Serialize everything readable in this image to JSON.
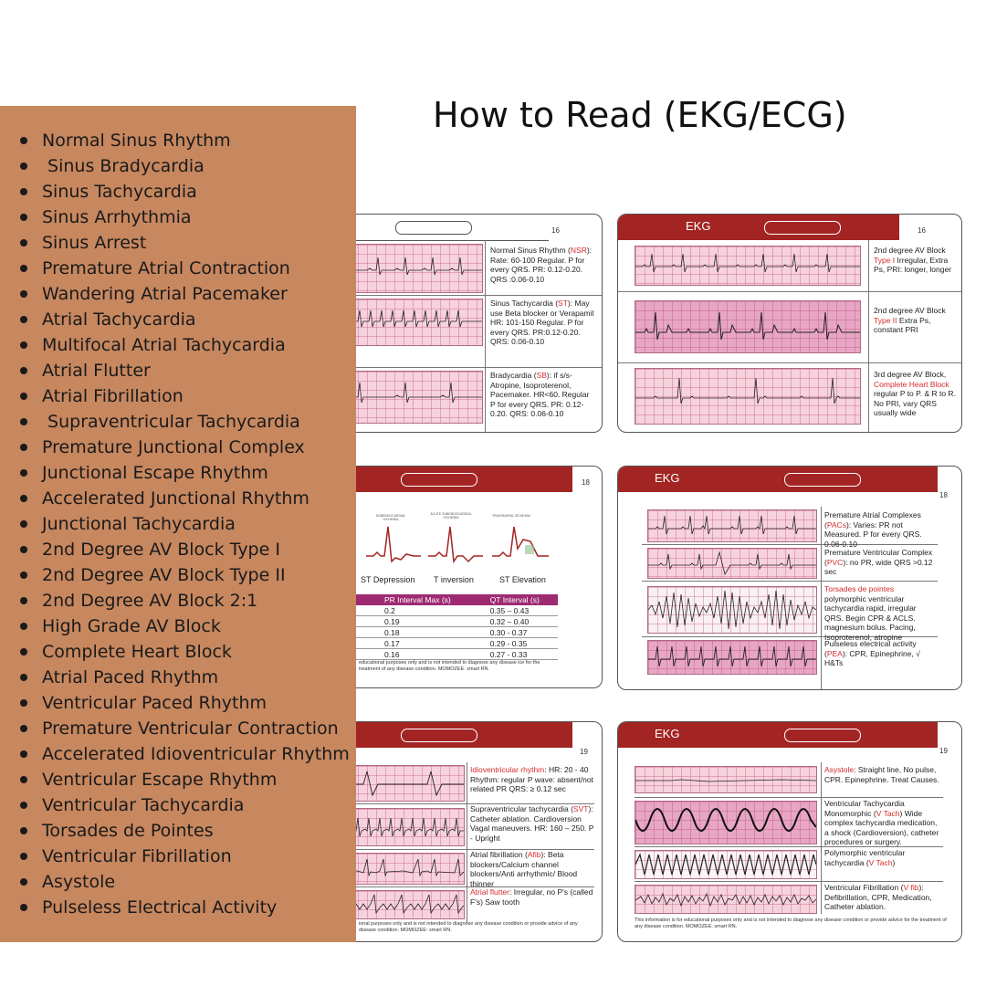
{
  "title": "How to Read (EKG/ECG)",
  "colors": {
    "sidebar": "#c7875f",
    "band": "#a32523",
    "table_header": "#9e2a72",
    "highlight_text": "#d42b2b"
  },
  "rhythms": [
    "Normal Sinus Rhythm",
    " Sinus Bradycardia",
    "Sinus Tachycardia",
    "Sinus Arrhythmia",
    "Sinus Arrest",
    "Premature Atrial Contraction",
    "Wandering Atrial Pacemaker",
    "Atrial Tachycardia",
    "Multifocal Atrial Tachycardia",
    "Atrial Flutter",
    "Atrial Fibrillation",
    " Supraventricular Tachycardia",
    "Premature Junctional Complex",
    "Junctional Escape Rhythm",
    "Accelerated Junctional Rhythm",
    "Junctional Tachycardia",
    "2nd Degree AV Block Type I",
    "2nd Degree AV Block Type II",
    "2nd Degree AV Block 2:1",
    "High Grade AV Block",
    "Complete Heart Block",
    "Atrial Paced Rhythm",
    "Ventricular Paced Rhythm",
    "Premature Ventricular Contraction",
    "Accelerated Idioventricular Rhythm",
    "Ventricular Escape Rhythm",
    "Ventricular Tachycardia",
    "Torsades de Pointes",
    "Ventricular Fibrillation",
    "Asystole",
    "Pulseless Electrical Activity"
  ],
  "cards": {
    "c1": {
      "page": "16",
      "rows": [
        {
          "p1": "Normal Sinus Rhythm",
          "red": "NSR",
          "p2": "Rate: 60-100 Regular. P for every QRS. PR: 0.12-0.20. QRS :0.06-0.10",
          "pre": "(",
          "post": "):"
        },
        {
          "p1": "Sinus Tachycardia",
          "red": "ST",
          "p2": "May use Beta blocker or Verapamil HR: 101-150 Regular. P for every QRS. PR:0.12-0.20. QRS: 0.06-0.10",
          "pre": " (",
          "post": "):"
        },
        {
          "p1": "Bradycardia",
          "red": "SB",
          "p2": "if s/s- Atropine, Isoproterenol, Pacemaker. HR<60. Regular P for every QRS. PR: 0.12-0.20. QRS: 0.06-0.10",
          "pre": " (",
          "post": "):"
        }
      ]
    },
    "c2": {
      "label": "EKG",
      "page": "16",
      "rows": [
        {
          "p1": "2nd degree AV Block",
          "red": "Type I",
          "p2": "Irregular, Extra Ps, PRI: longer, longer"
        },
        {
          "p1": "2nd degree AV Block",
          "red": "Type II",
          "p2": "Extra Ps, constant PRI"
        },
        {
          "p1": "3rd degree AV Block,",
          "red": "Complete Heart Block",
          "p2": "regular P to P. & R to R. No PRI, vary QRS usually wide"
        }
      ]
    },
    "c3": {
      "page": "18",
      "mini_labels": [
        "SUBENDOCARDIAL ISCHEMIA",
        "ACUTE SUBENDOCARDIAL ISCHEMIA",
        "TRANSMURAL ISCHEMIA"
      ],
      "st_labels": [
        "ST Depression",
        "T inversion",
        "ST Elevation"
      ],
      "table_headers": [
        "PR Interval Max (s)",
        "QT Interval (s)"
      ],
      "table_rows": [
        [
          "0.2",
          "0.35 – 0.43"
        ],
        [
          "0.19",
          "0.32 – 0.40"
        ],
        [
          "0.18",
          "0.30 - 0.37"
        ],
        [
          "0.17",
          "0.29 - 0.35"
        ],
        [
          "0.16",
          "0.27 - 0.33"
        ]
      ],
      "footer": "educational purposes only and is not intended to diagnose any disease ice for the treatment of any disease condition. MOMOZEE: smart RN."
    },
    "c4": {
      "label": "EKG",
      "page": "18",
      "rows": [
        {
          "p1": "Premature Atrial Complexes (",
          "red": "PACs",
          "p2": "): Varies: PR not Measured. P for every QRS. 0.06-0.10"
        },
        {
          "p1": "Premature Ventricular Complex (",
          "red": "PVC",
          "p2": "): no PR, wide QRS >0.12 sec"
        },
        {
          "p1": "",
          "red": "Torsades de pointes",
          "p2": " polymorphic ventricular tachycardia rapid, irregular QRS. Begin CPR & ACLS. magnesium bolus. Pacing, Isoproterenol, atropine"
        },
        {
          "p1": "Pulseless electrical activity (",
          "red": "PEA",
          "p2": "): CPR, Epinephrine, √ H&Ts"
        }
      ]
    },
    "c5": {
      "page": "19",
      "rows": [
        {
          "p1": "",
          "red": "Idioventricular rhythm",
          "p2": ": HR: 20 - 40 Rhythm: regular P wave: absent/not related PR QRS: ≥ 0.12 sec"
        },
        {
          "p1": "Supraventricular tachycardia (",
          "red": "SVT",
          "p2": "): Catheter ablation. Cardioversion Vagal maneuvers. HR: 160 – 250. P - Upright"
        },
        {
          "p1": "Atrial fibrillation (",
          "red": "Afib",
          "p2": "): Beta blockers/Calcium channel blockers/Anti arrhythmic/ Blood thinner"
        },
        {
          "p1": "",
          "red": "Atrial flutter",
          "p2": ": Irregular, no P's (called F's) Saw tooth"
        }
      ],
      "footer": "ional purposes only and is not intended to diagnose any disease condition or provide advice of any disease condition. MOMOZEE: smart RN."
    },
    "c6": {
      "label": "EKG",
      "page": "19",
      "rows": [
        {
          "p1": "",
          "red": "Asystole",
          "p2": ": Straight line, No pulse, CPR. Epinephrine. Treat Causes."
        },
        {
          "p1": "Ventricular Tachycardia Monomorphic (",
          "red": "V Tach",
          "p2": ") Wide complex tachycardia medication, a shock (Cardioversion), catheter procedures or surgery."
        },
        {
          "p1": "Polymorphic ventricular tachycardia (",
          "red": "V Tach",
          "p2": ")"
        },
        {
          "p1": "Ventricular Fibrillation (",
          "red": "V fib",
          "p2": "): Defibrillation, CPR, Medication, Catheter ablation."
        }
      ],
      "footer": "This information is for educational purposes only and is not intended to diagnose any disease condition or provide advice for the treatment of any disease condition. MOMOZEE: smart RN."
    }
  }
}
